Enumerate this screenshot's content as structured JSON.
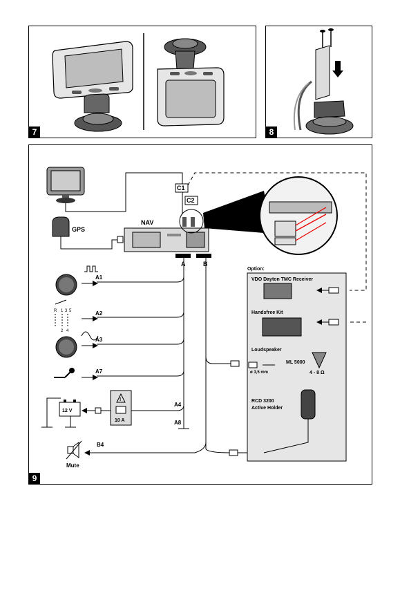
{
  "figure7": {
    "number": "7"
  },
  "figure8": {
    "number": "8"
  },
  "figure9": {
    "number": "9",
    "connectors": {
      "c1": "C1",
      "c2": "C2",
      "a": "A",
      "b": "B"
    },
    "devices": {
      "gps": "GPS",
      "nav": "NAV"
    },
    "wires": {
      "a1": "A1",
      "a2": "A2",
      "a3": "A3",
      "a7": "A7",
      "a4": "A4",
      "a8": "A8",
      "b4": "B4"
    },
    "fuse": "10 A",
    "battery": "12 V",
    "mute": "Mute",
    "option": {
      "title": "Option:",
      "tmc": "VDO Dayton TMC Receiver",
      "handsfree": "Handsfree Kit",
      "loudspeaker": "Loudspeaker",
      "ml": "ML 5000",
      "jack": "ø 3,5 mm",
      "ohm": "4 - 8 Ω",
      "rcd1": "RCD 3200",
      "rcd2": "Active Holder"
    },
    "connector_labels": {
      "r": "R",
      "n1": "1",
      "n3": "3",
      "n5": "5",
      "n2": "2",
      "n4": "4"
    }
  }
}
